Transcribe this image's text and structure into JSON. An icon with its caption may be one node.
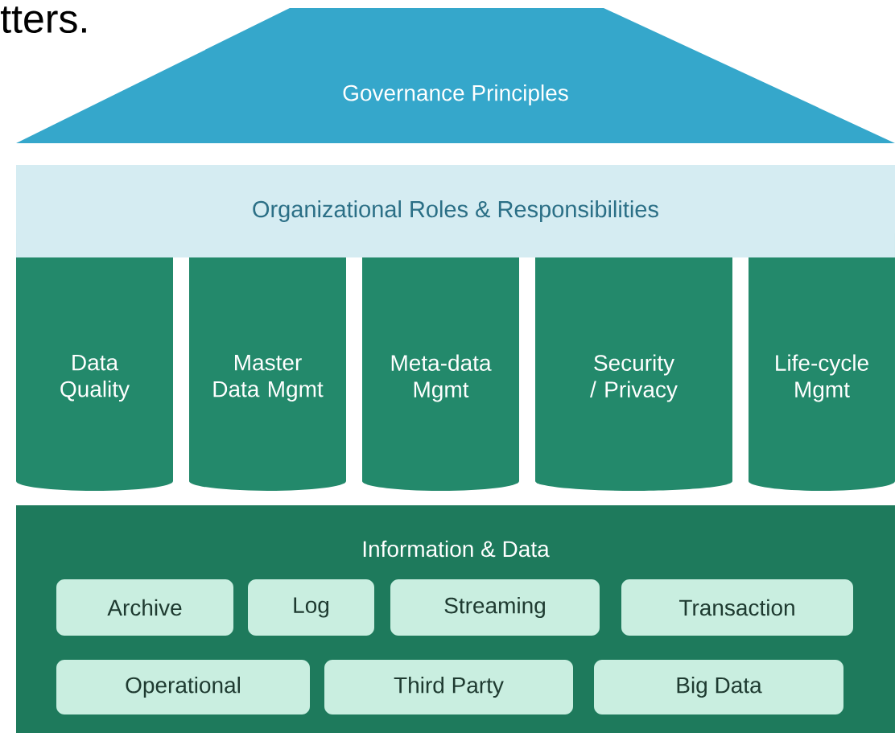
{
  "diagram": {
    "nodes": [
      {
        "text": [
          "Governance Principles"
        ]
      },
      {
        "text": [
          "Organizational Roles & Responsibilities"
        ]
      },
      {
        "text": [
          "Data Quality"
        ]
      },
      {
        "text": [
          "Master Data Mgmt"
        ]
      },
      {
        "text": [
          "Meta-data Mgmt"
        ]
      },
      {
        "text": [
          "Security / Privacy"
        ]
      },
      {
        "text": [
          "Life-cycle Mgmt"
        ]
      },
      {
        "text": [
          "Information & Data"
        ]
      },
      {
        "text": [
          "Archive"
        ],
        "in": 7
      },
      {
        "text": [
          "Log"
        ],
        "in": 7
      },
      {
        "text": [
          "Streaming"
        ],
        "in": 7
      },
      {
        "text": [
          "Transaction"
        ],
        "in": 7
      },
      {
        "text": [
          "Operational"
        ],
        "in": 7
      },
      {
        "text": [
          "Third Party"
        ],
        "in": 7
      },
      {
        "text": [
          "Big Data"
        ],
        "in": 7
      }
    ],
    "labels": [
      "tters."
    ]
  }
}
